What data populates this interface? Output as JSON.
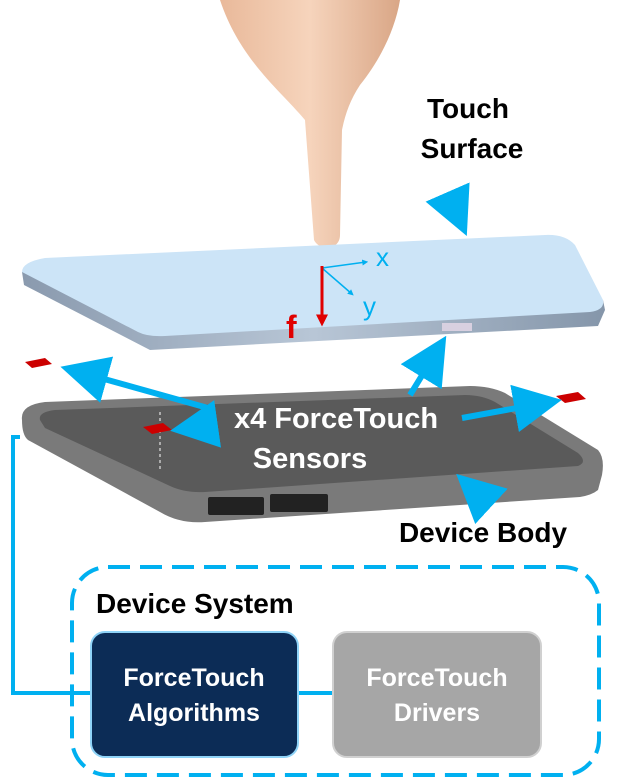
{
  "labels": {
    "touch_surface_line1": "Touch",
    "touch_surface_line2": "Surface",
    "sensors_line1": "x4 ForceTouch",
    "sensors_line2": "Sensors",
    "device_body": "Device Body",
    "device_system": "Device System",
    "axis_x": "x",
    "axis_y": "y",
    "force": "f"
  },
  "blocks": {
    "algorithms": {
      "line1": "ForceTouch",
      "line2": "Algorithms"
    },
    "drivers": {
      "line1": "ForceTouch",
      "line2": "Drivers"
    }
  },
  "colors": {
    "accent": "#00b0f0",
    "navy": "#0c2c56",
    "gray": "#a6a6a6",
    "force": "#e00000",
    "sensor": "#cc0000"
  }
}
